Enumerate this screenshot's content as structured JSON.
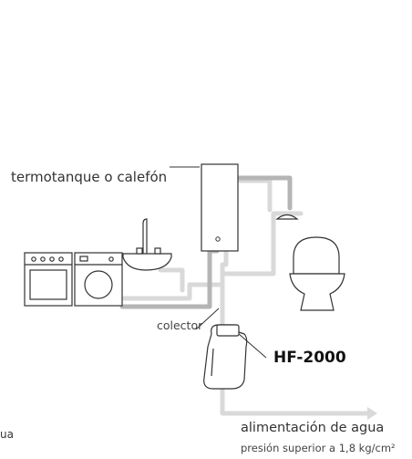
{
  "labels": {
    "heater": "termotanque o calefón",
    "collector": "colector",
    "model": "HF-2000",
    "supply": "alimentación de agua",
    "pressure": "presión superior a 1,8 kg/cm²",
    "partial_left": "ua"
  },
  "colors": {
    "hot_pipe": "#b5b5b5",
    "cold_pipe": "#d9d9d9",
    "outline": "#333333"
  }
}
